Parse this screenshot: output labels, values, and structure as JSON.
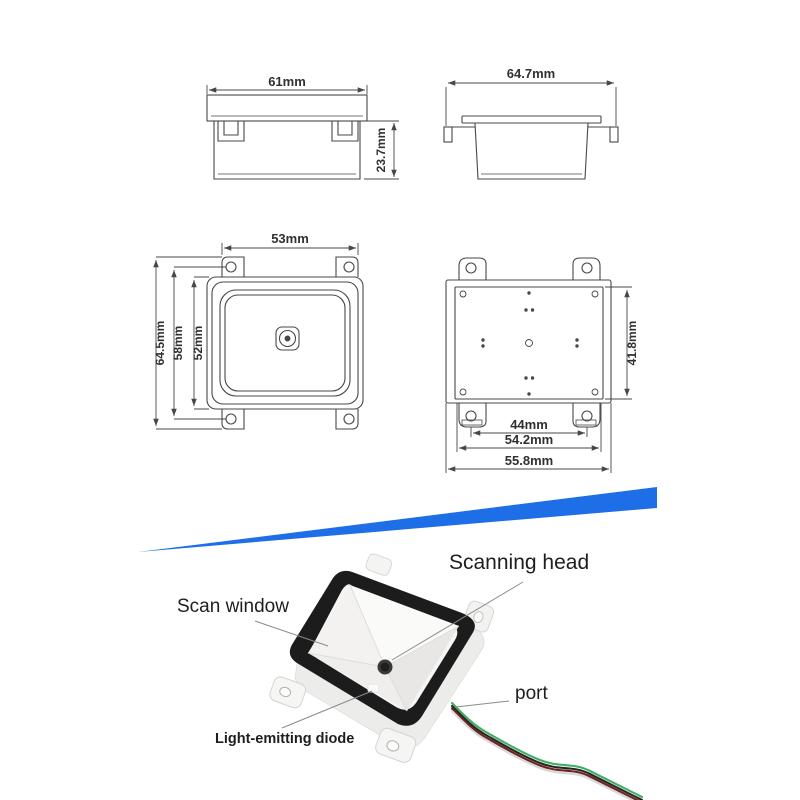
{
  "page": {
    "background": "#ffffff"
  },
  "drawings": {
    "line_color": "#474747",
    "side_view_left": {
      "width_label": "61mm",
      "height_label": "23.7mm"
    },
    "side_view_right": {
      "width_label": "64.7mm"
    },
    "front_view": {
      "width_label": "53mm",
      "height_labels": [
        "64.5mm",
        "58mm",
        "52mm"
      ]
    },
    "back_view": {
      "height_label": "41.8mm",
      "width_labels": [
        "44mm",
        "54.2mm",
        "55.8mm"
      ]
    }
  },
  "divider": {
    "color": "#1e6ee8"
  },
  "photo": {
    "bezel_color": "#1c1c1c",
    "labels": {
      "scanning_head": "Scanning head",
      "scan_window": "Scan window",
      "light_emitting_diode": "Light-emitting diode",
      "port": "port"
    }
  }
}
